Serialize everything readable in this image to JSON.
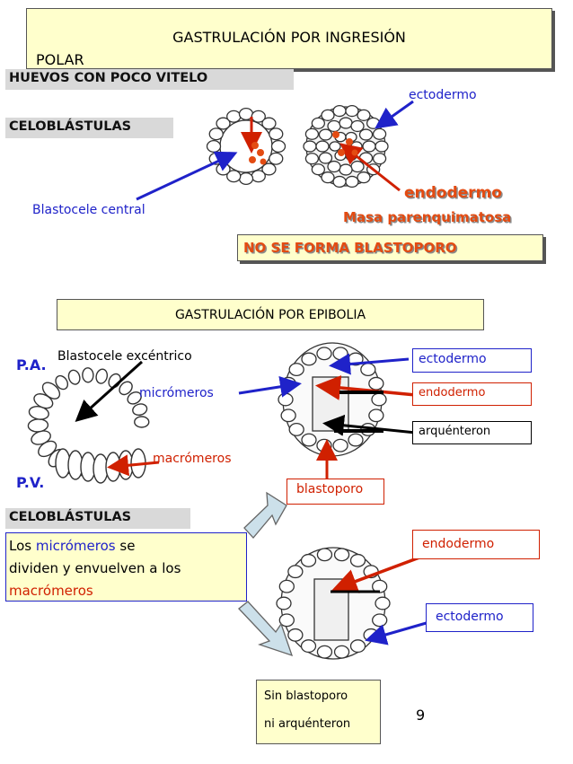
{
  "ingresion": {
    "title": "GASTRULACIÓN POR INGRESIÓN",
    "subtitle": "POLAR",
    "banner_huevos": "HUEVOS CON POCO VITELO",
    "banner_celoblastulas": "CELOBLÁSTULAS",
    "label_ectodermo": "ectodermo",
    "label_endodermo": "endodermo",
    "label_masa": "Masa parenquimatosa",
    "label_blastocele": "Blastocele central",
    "no_blastoporo": "NO SE FORMA   BLASTOPORO"
  },
  "epibolia": {
    "title": "GASTRULACIÓN POR EPIBOLIA",
    "pa": "P.A.",
    "pv": "P.V.",
    "blastocele_excentrico": "Blastocele excéntrico",
    "micromeros": "micrómeros",
    "macromeros": "macrómeros",
    "ectodermo": "ectodermo",
    "endodermo": "endodermo",
    "arquenteron": "arquénteron",
    "blastoporo": "blastoporo",
    "banner_celoblastulas": "CELOBLÁSTULAS",
    "desc_los": "Los",
    "desc_micromeros": "micrómeros",
    "desc_se": "se",
    "desc_line2": "dividen y envuelven  a los",
    "desc_macromeros": "macrómeros",
    "endodermo2": "endodermo",
    "ectodermo2": "ectodermo",
    "sin_line1": "Sin blastoporo",
    "sin_line2": "ni arquénteron"
  },
  "page_number": "9",
  "colors": {
    "blue": "#1f22c9",
    "red": "#d02000",
    "orange": "#e34b12",
    "yellow": "#ffffcc",
    "grey": "#d9d9d9"
  }
}
